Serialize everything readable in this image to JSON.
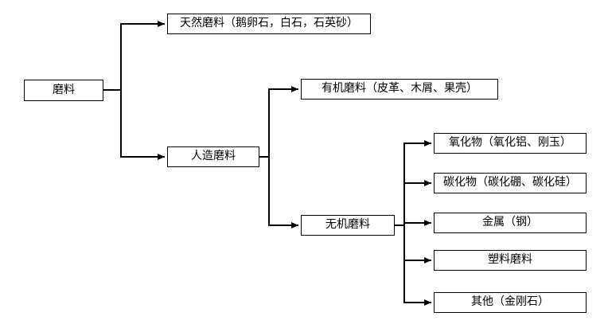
{
  "diagram": {
    "type": "flowchart-tree",
    "direction": "left-to-right",
    "colors": {
      "background": "#ffffff",
      "box_fill": "#ffffff",
      "box_border": "#000000",
      "line": "#000000",
      "text": "#000000"
    },
    "nodes": {
      "root": {
        "label": "磨料",
        "children": [
          "natural",
          "artificial"
        ]
      },
      "natural": {
        "label": "天然磨料（鹅卵石，白石，石英砂）",
        "children": []
      },
      "artificial": {
        "label": "人造磨料",
        "children": [
          "organic",
          "inorganic"
        ]
      },
      "organic": {
        "label": "有机磨料（皮革、木屑、果壳）",
        "children": []
      },
      "inorganic": {
        "label": "无机磨料",
        "children": [
          "oxide",
          "carbide",
          "metal",
          "plastic",
          "other"
        ]
      },
      "oxide": {
        "label": "氧化物（氧化铝、刚玉）",
        "children": []
      },
      "carbide": {
        "label": "碳化物（碳化硼、碳化硅）",
        "children": []
      },
      "metal": {
        "label": "金属（钢）",
        "children": []
      },
      "plastic": {
        "label": "塑料磨料",
        "children": []
      },
      "other": {
        "label": "其他（金刚石）",
        "children": []
      }
    },
    "edges": [
      [
        "root",
        "natural"
      ],
      [
        "root",
        "artificial"
      ],
      [
        "artificial",
        "organic"
      ],
      [
        "artificial",
        "inorganic"
      ],
      [
        "inorganic",
        "oxide"
      ],
      [
        "inorganic",
        "carbide"
      ],
      [
        "inorganic",
        "metal"
      ],
      [
        "inorganic",
        "plastic"
      ],
      [
        "inorganic",
        "other"
      ]
    ]
  }
}
